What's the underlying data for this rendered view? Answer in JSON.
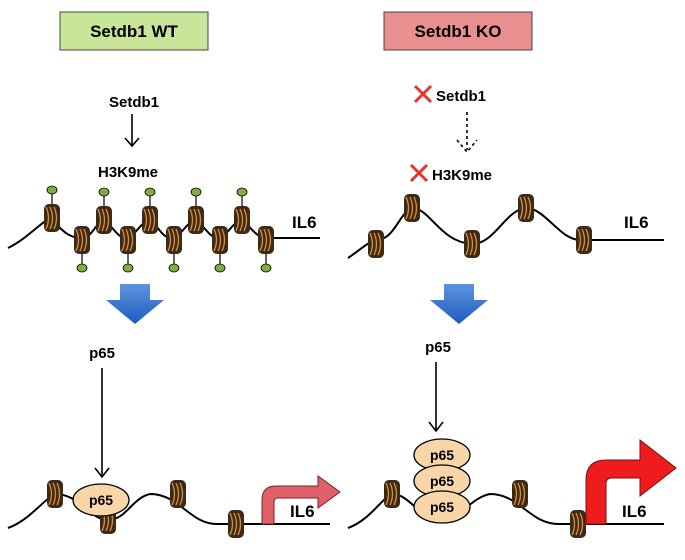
{
  "left": {
    "header": "Setdb1 WT",
    "enzyme": "Setdb1",
    "mark": "H3K9me",
    "gene": "IL6",
    "factor": "p65",
    "bound_factor": "p65",
    "colors": {
      "header_fill": "#c9e59a",
      "arrow": "#e0606a"
    }
  },
  "right": {
    "header": "Setdb1 KO",
    "enzyme": "Setdb1",
    "mark": "H3K9me",
    "gene": "IL6",
    "factor": "p65",
    "bound_factors": [
      "p65",
      "p65",
      "p65"
    ],
    "colors": {
      "header_fill": "#ea8f8f",
      "arrow": "#ee1c1c",
      "cross": "#e8322f"
    }
  },
  "colors": {
    "nucleosome": "#3b2a1a",
    "nucleosome_stripe": "#d98a2c",
    "methyl": "#7fae3c",
    "down_arrow": "#2e6fce",
    "p65_fill": "#f9d6a8"
  }
}
